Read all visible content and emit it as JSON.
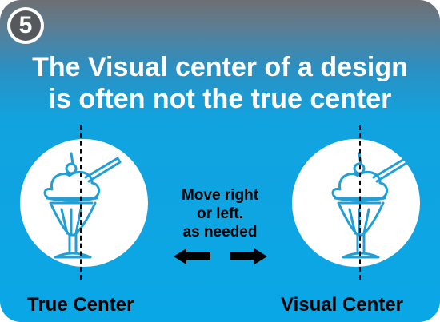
{
  "step_number": "5",
  "title": {
    "line1": "The Visual center of a design",
    "line2": "is often not the true center"
  },
  "instruction": {
    "line1": "Move right",
    "line2": "or left.",
    "line3": "as needed"
  },
  "labels": {
    "left": "True Center",
    "right": "Visual Center"
  },
  "icons": [
    "ice-cream-sundae-icon",
    "ice-cream-sundae-icon",
    "arrow-left-icon",
    "arrow-right-icon"
  ],
  "colors": {
    "top_gray": "#6d6f73",
    "blue": "#0aa7e6",
    "line": "#000000",
    "panel": "#ffffff"
  }
}
